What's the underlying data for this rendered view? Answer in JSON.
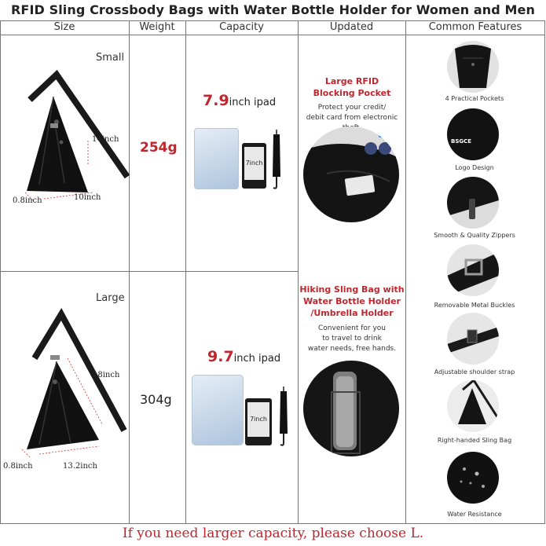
{
  "title": "RFID Sling Crossbody Bags with Water Bottle Holder for Women and Men",
  "headers": [
    "Size",
    "Weight",
    "Capacity",
    "Updated",
    "Common Features"
  ],
  "rows": [
    {
      "size": "Small",
      "dims": [
        "14inch",
        "10inch",
        "0.8inch"
      ],
      "weight": "254g",
      "capacity_num": "7.9",
      "capacity_unit": "inch ipad",
      "kindle_label": "7inch"
    },
    {
      "size": "Large",
      "dims": [
        "18inch",
        "13.2inch",
        "0.8inch"
      ],
      "weight": "304g",
      "capacity_num": "9.7",
      "capacity_unit": "inch ipad",
      "kindle_label": "7inch"
    }
  ],
  "updated": [
    {
      "title_lines": [
        "Large RFID",
        "Blocking Pocket"
      ],
      "desc_lines": [
        "Protect your credit/",
        "debit card from electronic theft."
      ]
    },
    {
      "title_lines": [
        "Hiking Sling Bag with",
        "Water Bottle Holder",
        "/Umbrella Holder"
      ],
      "desc_lines": [
        "Convenient for you",
        "to travel to drink",
        "water needs, free hands."
      ]
    }
  ],
  "features": [
    "4 Practical Pockets",
    "Logo Design",
    "Smooth & Quality Zippers",
    "Removable Metal Buckles",
    "Adjustable shoulder strap",
    "Right-handed Sling Bag",
    "Water Resistance"
  ],
  "logo_text": "BSGCE",
  "footer": "If you need larger capacity, please choose L.",
  "colors": {
    "accent": "#c0262d",
    "bag": "#111111",
    "line": "#777777"
  }
}
